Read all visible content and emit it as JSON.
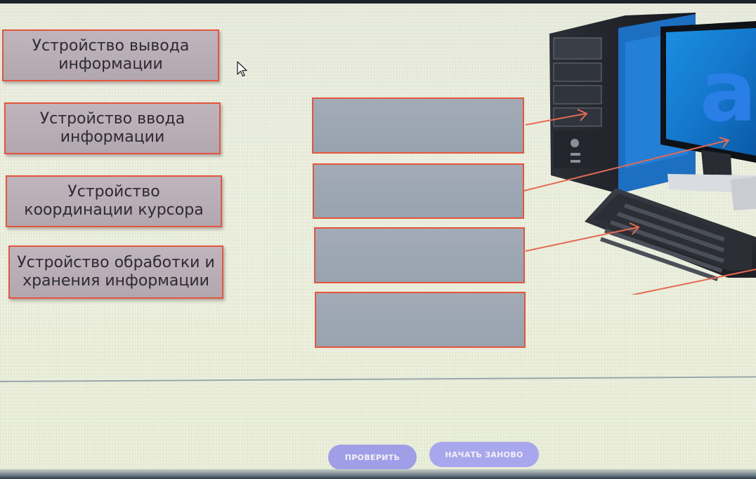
{
  "labels": [
    {
      "text": "Устройство вывода\nинформации"
    },
    {
      "text": "Устройство ввода\nинформации"
    },
    {
      "text": "Устройство\nкоординации курсора"
    },
    {
      "text": "Устройство обработки и\nхранения информации"
    }
  ],
  "illustration": {
    "screen_letter": "a",
    "colors": {
      "card_border": "#e4553d",
      "card_fill": "#b9aeb6",
      "slot_fill": "#9da7b3",
      "arrow": "#e56a52",
      "button": "#a3a2e8"
    }
  },
  "buttons": {
    "check": "ПРОВЕРИТЬ",
    "restart": "НАЧАТЬ ЗАНОВО"
  }
}
